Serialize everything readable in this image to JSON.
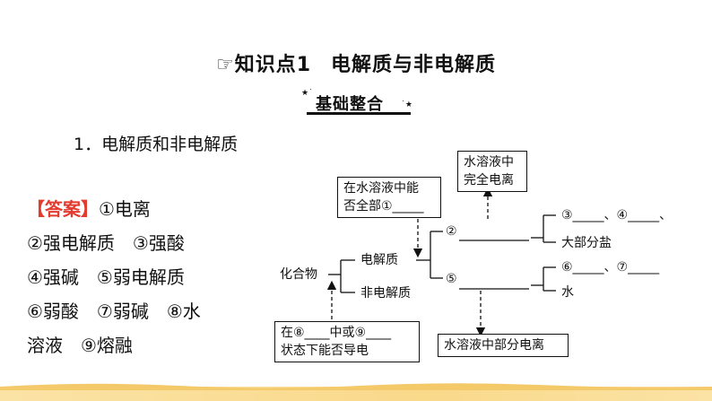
{
  "header": {
    "title_point": "☞知识点1",
    "title_text": "电解质与非电解质"
  },
  "badge": {
    "label": "基础整合"
  },
  "section": {
    "heading": "1．电解质和非电解质"
  },
  "answers": {
    "tag": "【答案】",
    "lines": [
      "①电离",
      "②强电解质　③强酸",
      "④强碱　⑤弱电解质",
      "⑥弱酸　⑦弱碱　⑧水",
      "溶液　⑨熔融"
    ]
  },
  "diagram": {
    "box_top_left": {
      "line1": "在水溶液中能",
      "line2": "否全部①_____"
    },
    "box_top_right": {
      "line1": "水溶液中",
      "line2": "完全电离"
    },
    "compound": "化合物",
    "electrolyte": "电解质",
    "non_electrolyte": "非电解质",
    "blank2": "②",
    "blank5": "⑤",
    "item34": "③_____、④_____、",
    "most_salts": "大部分盐",
    "item67": "⑥_____、⑦_____",
    "water": "水",
    "box_bottom_left": {
      "line1": "在⑧____中或⑨____",
      "line2": "状态下能否导电"
    },
    "box_bottom_right": "水溶液中部分电离"
  },
  "colors": {
    "answer_tag": "#e33b2f",
    "footer": "#f9d98a"
  }
}
